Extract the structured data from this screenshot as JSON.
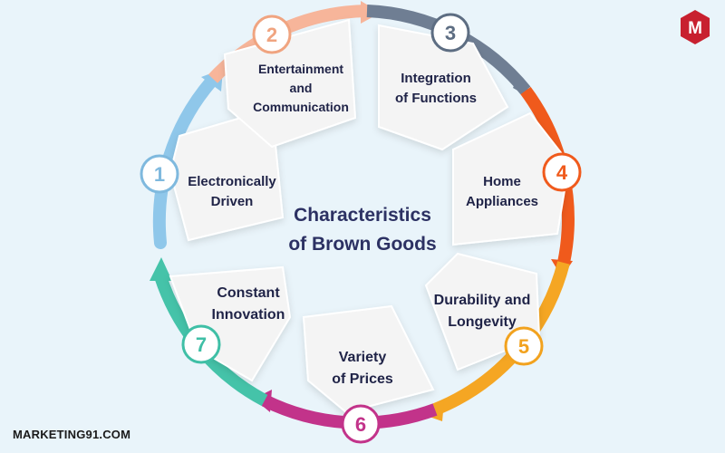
{
  "title": {
    "line1": "Characteristics",
    "line2": "of Brown Goods"
  },
  "steps": [
    {
      "number": "1",
      "lines": [
        "Electronically",
        "Driven"
      ],
      "color": "#7fb9de"
    },
    {
      "number": "2",
      "lines": [
        "Entertainment",
        "and",
        "Communication"
      ],
      "color": "#f0a480"
    },
    {
      "number": "3",
      "lines": [
        "Integration",
        "of Functions"
      ],
      "color": "#5d6d82"
    },
    {
      "number": "4",
      "lines": [
        "Home",
        "Appliances"
      ],
      "color": "#f05a1c"
    },
    {
      "number": "5",
      "lines": [
        "Durability and",
        "Longevity"
      ],
      "color": "#f2a21e"
    },
    {
      "number": "6",
      "lines": [
        "Variety",
        "of Prices"
      ],
      "color": "#c2338a"
    },
    {
      "number": "7",
      "lines": [
        "Constant",
        "Innovation"
      ],
      "color": "#3fbfa6"
    }
  ],
  "brand": {
    "footer": "MARKETING91.COM",
    "logo_letter": "M",
    "logo_color": "#c8202f"
  }
}
